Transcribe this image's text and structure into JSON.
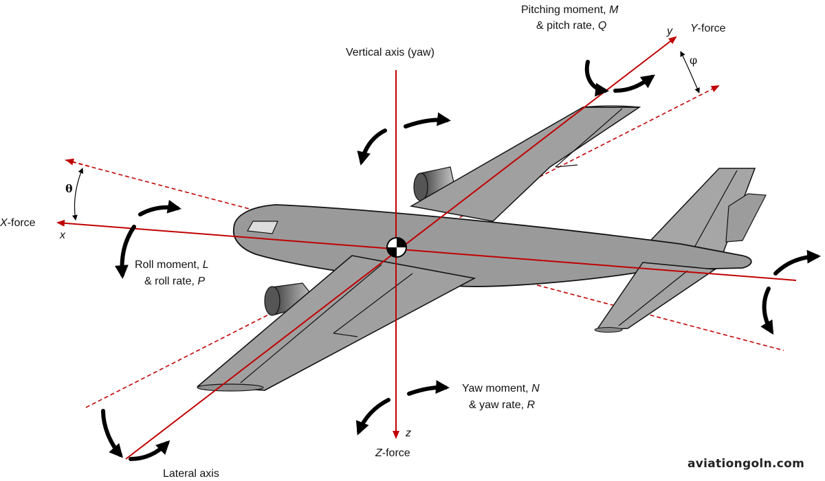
{
  "colors": {
    "axis_red": "#c00000",
    "fuselage_gray": "#9a9a9a",
    "wing_gray": "#a0a0a0",
    "outline": "#111111",
    "arrow_black": "#000000"
  },
  "labels": {
    "pitching_line1": "Pitching moment, ",
    "pitching_sym": "M",
    "pitching_line2": "& pitch rate, ",
    "pitching_rate_sym": "Q",
    "y_axis": "y",
    "y_force": "Y-force",
    "phi": "φ",
    "vertical_axis": "Vertical axis (yaw)",
    "theta": "θ",
    "x_force": "X-force",
    "x_axis": "x",
    "roll_line1": "Roll moment, ",
    "roll_sym": "L",
    "roll_line2": "& roll rate, ",
    "roll_rate_sym": "P",
    "yaw_line1": "Yaw moment, ",
    "yaw_sym": "N",
    "yaw_line2": "& yaw rate, ",
    "yaw_rate_sym": "R",
    "z_axis": "z",
    "z_force": "Z-force",
    "lateral_axis": "Lateral axis"
  },
  "watermark": "aviationgoln.com",
  "icons": {
    "cg": "center-of-gravity-icon",
    "rotation": "curved-arrow-icon"
  }
}
